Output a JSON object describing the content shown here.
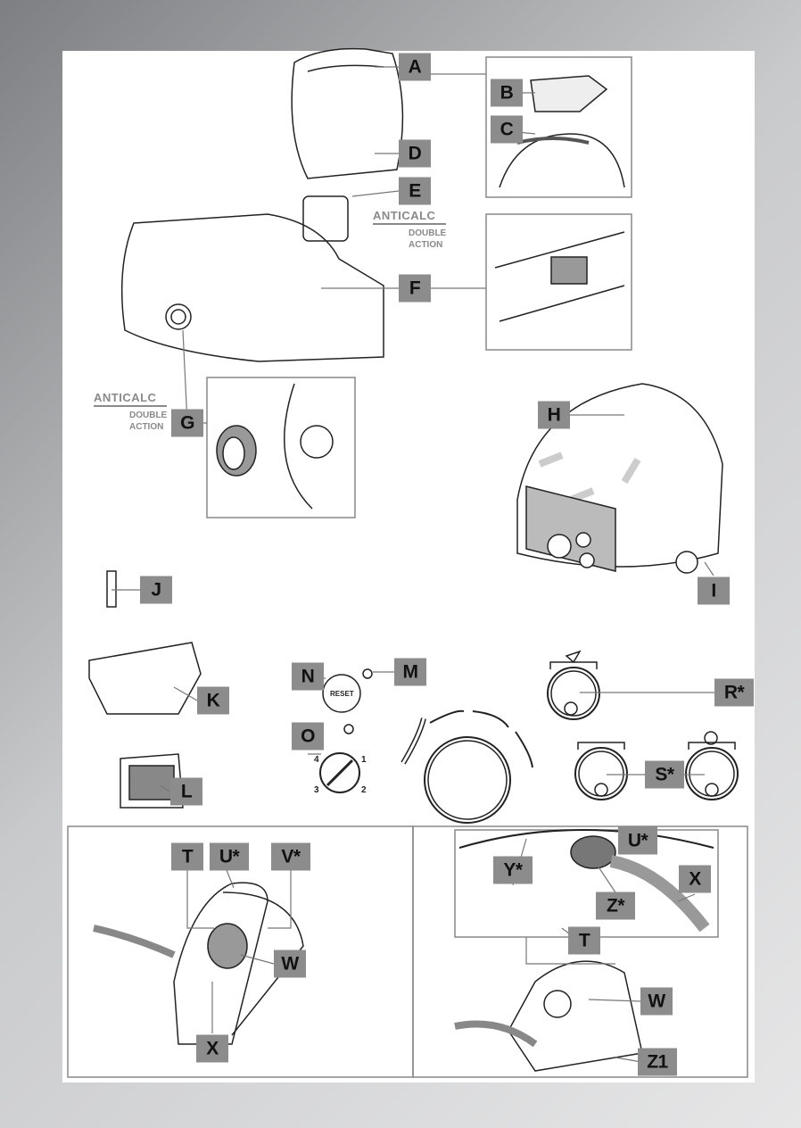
{
  "labels": {
    "A": "A",
    "B": "B",
    "C": "C",
    "D": "D",
    "E": "E",
    "F": "F",
    "G": "G",
    "H": "H",
    "I": "I",
    "J": "J",
    "K": "K",
    "L": "L",
    "M": "M",
    "N": "N",
    "O": "O",
    "R": "R*",
    "S": "S*",
    "T_left": "T",
    "U_left": "U*",
    "V_left": "V*",
    "W_left": "W",
    "X_left": "X",
    "U_right": "U*",
    "Y_right": "Y*",
    "Z_right": "Z*",
    "X_right": "X",
    "T_right": "T",
    "W_right": "W",
    "Z1_right": "Z1"
  },
  "logo": {
    "title": "ANTICALC",
    "line1": "DOUBLE",
    "line2": "ACTION"
  },
  "reset_button": "RESET",
  "dial_numbers": [
    "4",
    "1",
    "3",
    "2"
  ]
}
